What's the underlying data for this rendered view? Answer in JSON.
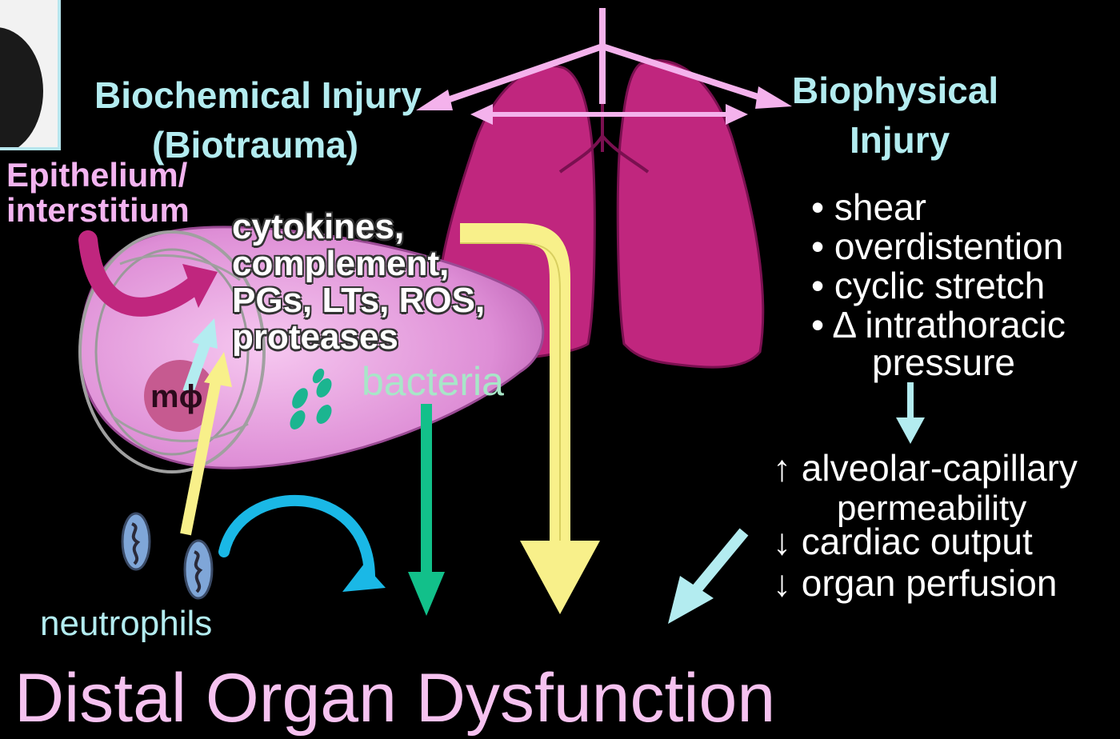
{
  "header": {
    "title": "Mechanical Ventilation"
  },
  "left": {
    "biochemical_line1": "Biochemical Injury",
    "biochemical_line2": "(Biotrauma)",
    "epithelium_line1": "Epithelium/",
    "epithelium_line2": "interstitium",
    "mediators": [
      "cytokines,",
      "complement,",
      "PGs, LTs, ROS,",
      "proteases"
    ],
    "bacteria": "bacteria",
    "macrophage": "mϕ",
    "neutrophils": "neutrophils"
  },
  "right": {
    "biophysical_line1": "Biophysical",
    "biophysical_line2": "Injury",
    "bullets": [
      "• shear",
      "• overdistention",
      "• cyclic stretch",
      "• Δ  intrathoracic"
    ],
    "bullet_continuation": "pressure",
    "effects": [
      "↑ alveolar-capillary",
      "permeability",
      "↓ cardiac output",
      "↓ organ perfusion"
    ]
  },
  "footer": {
    "outcome": "Distal Organ Dysfunction"
  },
  "colors": {
    "background": "#000000",
    "lung": "#c0267e",
    "lung_arrows": "#f4b2ec",
    "cyan": "#b3ecf0",
    "yellow_arrow": "#f8f08a",
    "green_arrow": "#12c08a",
    "blue_arrow": "#1ab8e6"
  }
}
